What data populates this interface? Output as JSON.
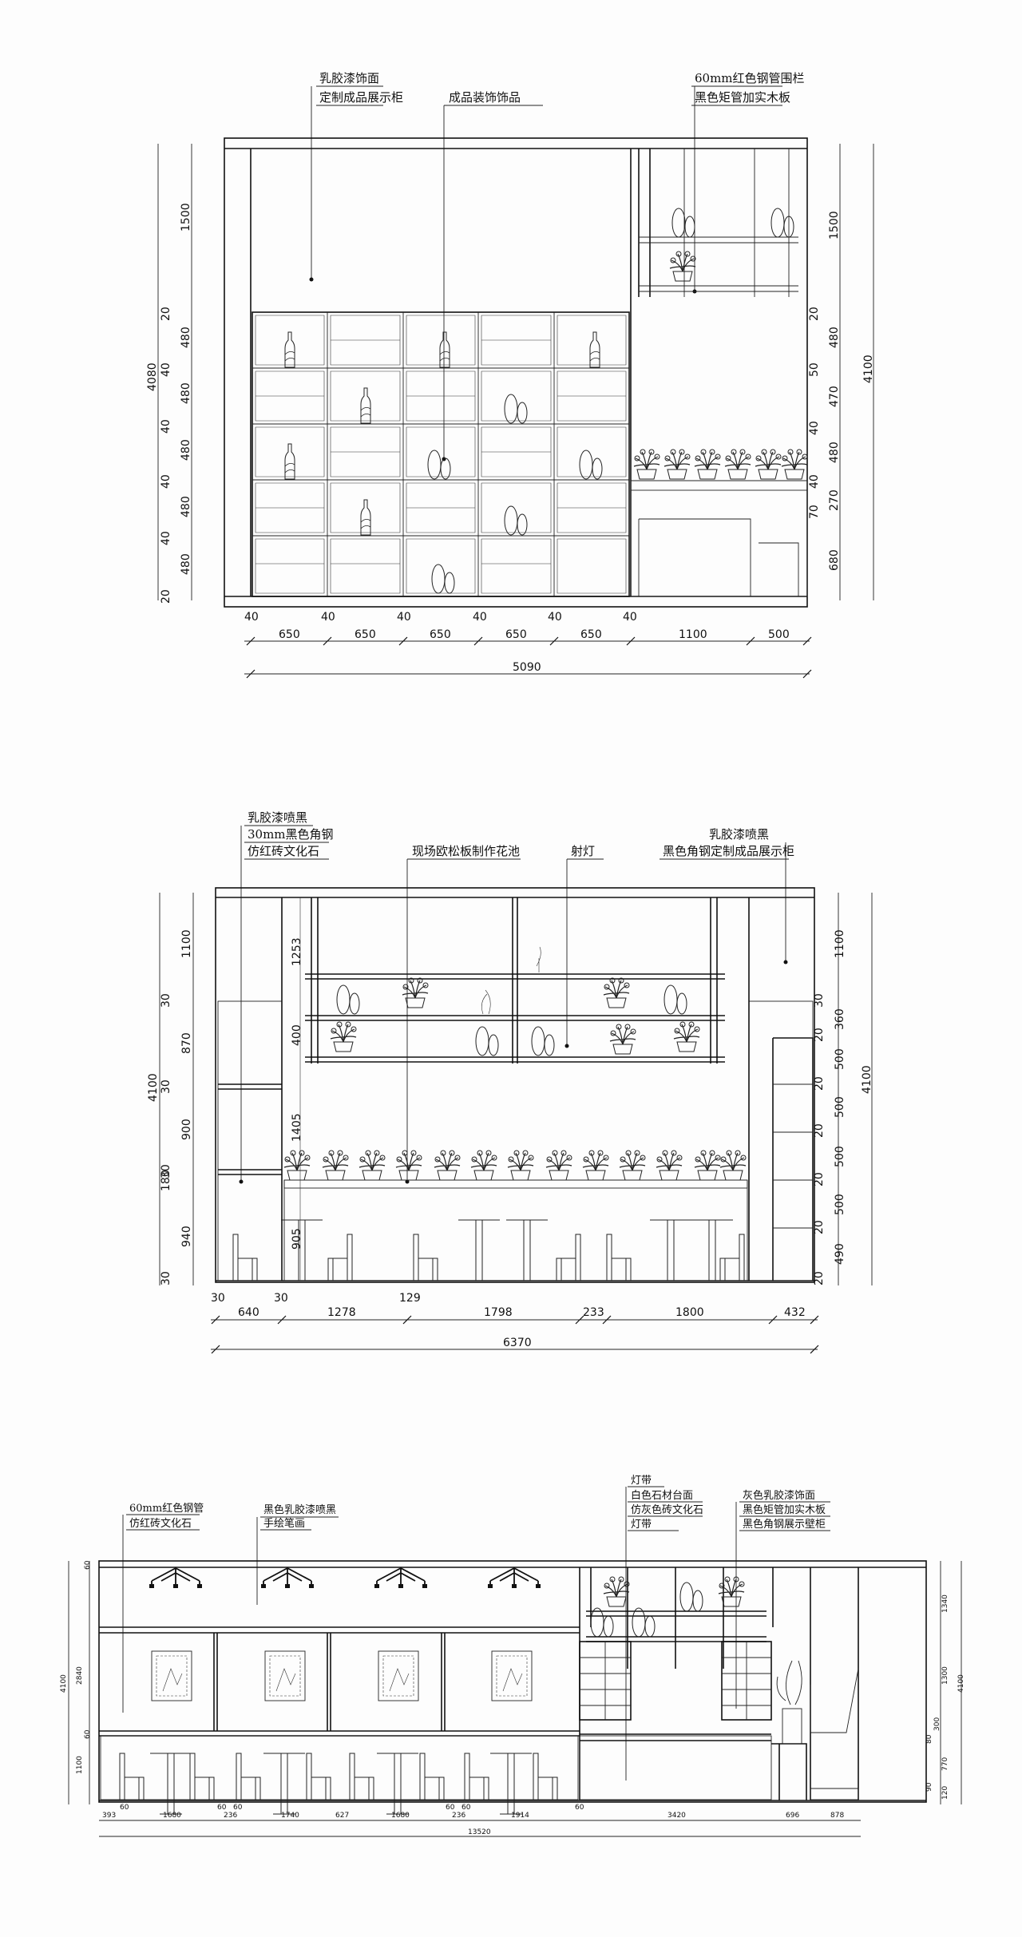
{
  "elevation1": {
    "annotations": {
      "left_line1": "乳胶漆饰面",
      "left_line2": "定制成品展示柜",
      "mid": "成品装饰饰品",
      "right_line1": "60mm红色钢管围栏",
      "right_line2": "黑色矩管加实木板"
    },
    "left_dims": [
      "1500",
      "20",
      "480",
      "40",
      "480",
      "40",
      "480",
      "40",
      "480",
      "40",
      "480",
      "20"
    ],
    "left_total": "4080",
    "right_dims": [
      "1500",
      "20",
      "480",
      "50",
      "470",
      "40",
      "480",
      "40",
      "70",
      "270",
      "680"
    ],
    "right_total": "4100",
    "bottom_small": [
      "40",
      "40",
      "40",
      "40",
      "40",
      "40"
    ],
    "bottom_dims": [
      "650",
      "650",
      "650",
      "650",
      "650",
      "1100",
      "500"
    ],
    "bottom_total": "5090"
  },
  "elevation2": {
    "annotations": {
      "left_line1": "乳胶漆喷黑",
      "left_line2": "30mm黑色角钢",
      "left_line3": "仿红砖文化石",
      "mid1": "现场欧松板制作花池",
      "mid2": "射灯",
      "right_line1": "乳胶漆喷黑",
      "right_line2": "黑色角钢定制成品展示柜"
    },
    "left_dims": [
      "1100",
      "30",
      "870",
      "30",
      "900",
      "30",
      "180",
      "940",
      "30"
    ],
    "left_total": "4100",
    "inner_dims": [
      "1253",
      "400",
      "1405",
      "905"
    ],
    "right_dims": [
      "1100",
      "30",
      "360",
      "20",
      "500",
      "20",
      "500",
      "20",
      "500",
      "20",
      "500",
      "20",
      "490",
      "20"
    ],
    "right_total": "4100",
    "bottom_small": [
      "30",
      "30",
      "129"
    ],
    "bottom_dims": [
      "640",
      "1278",
      "1798",
      "233",
      "1800",
      "432"
    ],
    "bottom_total": "6370"
  },
  "elevation3": {
    "annotations": {
      "left_line1": "60mm红色钢管",
      "left_line2": "仿红砖文化石",
      "mid_line1": "黑色乳胶漆喷黑",
      "mid_line2": "手绘笔画",
      "c_line1": "灯带",
      "c_line2": "白色石材台面",
      "c_line3": "仿灰色砖文化石",
      "c_line4": "灯带",
      "r_line1": "灰色乳胶漆饰面",
      "r_line2": "黑色矩管加实木板",
      "r_line3": "黑色角钢展示壁柜"
    },
    "left_dims": [
      "60",
      "2840",
      "60",
      "1100"
    ],
    "left_total": "4100",
    "right_dims": [
      "1340",
      "1300",
      "300",
      "80",
      "770",
      "90",
      "120"
    ],
    "right_total": "4100",
    "bottom_small": [
      "60",
      "60",
      "60",
      "60",
      "60",
      "60"
    ],
    "bottom_dims": [
      "393",
      "1680",
      "236",
      "1740",
      "627",
      "1680",
      "236",
      "1914",
      "3420",
      "696",
      "878"
    ],
    "bottom_total": "13520"
  }
}
